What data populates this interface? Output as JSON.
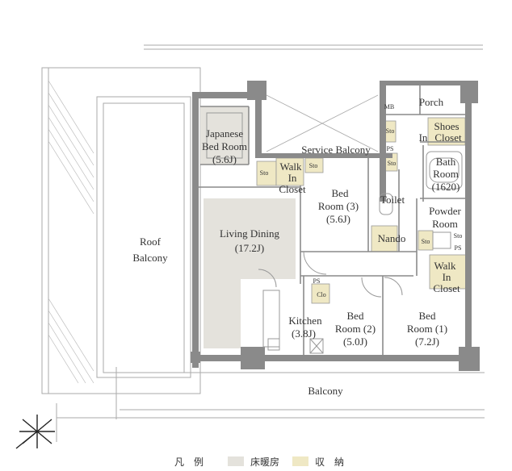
{
  "colors": {
    "wall": "#8a8a8a",
    "floor_heating": "#e4e2dc",
    "storage": "#efe8c4",
    "line": "#9a9a9a",
    "text": "#333333"
  },
  "rooms": {
    "porch": "Porch",
    "shoes_closet": [
      "Shoes",
      "Closet"
    ],
    "mb": "MB",
    "sto": "Sto",
    "ps": "PS",
    "in": "In",
    "japanese_bed_room": [
      "Japanese",
      "Bed Room",
      "(5.6J)"
    ],
    "service_balcony": "Service Balcony",
    "walk_in_closet_1": [
      "Walk",
      "In",
      "Closet"
    ],
    "bath_room": [
      "Bath",
      "Room",
      "(1620)"
    ],
    "bed_room_3": [
      "Bed",
      "Room (3)",
      "(5.6J)"
    ],
    "toilet": "Toilet",
    "powder_room": [
      "Powder",
      "Room"
    ],
    "roof_balcony": [
      "Roof",
      "Balcony"
    ],
    "living_dining": [
      "Living Dining",
      "(17.2J)"
    ],
    "nando": "Nando",
    "walk_in_closet_2": [
      "Walk",
      "In",
      "Closet"
    ],
    "clo": "Clo",
    "kitchen": [
      "Kitchen",
      "(3.8J)"
    ],
    "bed_room_2": [
      "Bed",
      "Room (2)",
      "(5.0J)"
    ],
    "bed_room_1": [
      "Bed",
      "Room (1)",
      "(7.2J)"
    ],
    "balcony": "Balcony"
  },
  "legend": {
    "title": "凡　例",
    "floor_heating": "床暖房",
    "storage": "収　納"
  }
}
